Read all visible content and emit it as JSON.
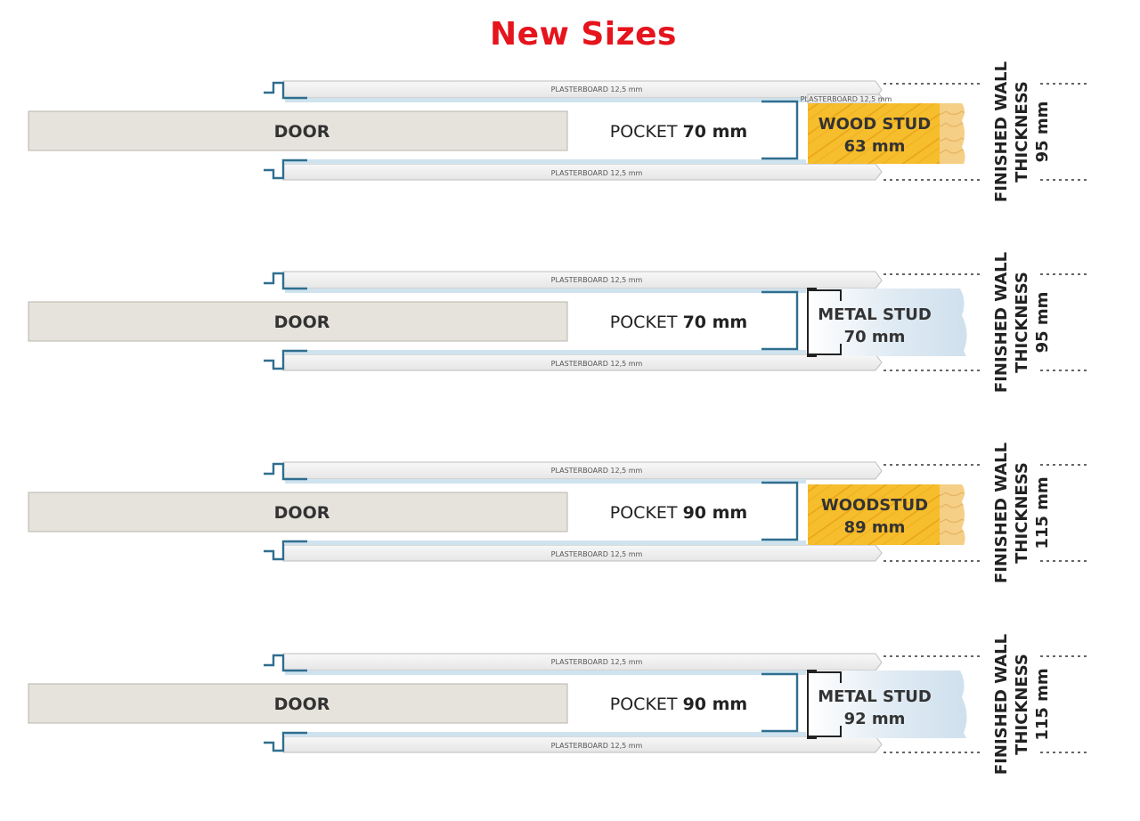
{
  "title": "New Sizes",
  "colors": {
    "title": "#e5141d",
    "door": "#e6e3dc",
    "plasterboard": "#f2f2f2",
    "track": "#2f6e8f",
    "wood": "#f6bd2c",
    "metal": "#dde9f2"
  },
  "sections": [
    {
      "top_board": "PLASTERBOARD 12,5 mm",
      "bottom_board": "PLASTERBOARD 12,5 mm",
      "small_board": "PLASTERBOARD 12,5 mm",
      "door": "DOOR",
      "pocket_prefix": "POCKET ",
      "pocket_size": "70 mm",
      "stud_type": "wood",
      "stud_line1": "WOOD STUD",
      "stud_line2": "63 mm",
      "wall_line1": "FINISHED WALL",
      "wall_line2": "THICKNESS",
      "wall_line3": "95 mm"
    },
    {
      "top_board": "PLASTERBOARD 12,5 mm",
      "bottom_board": "PLASTERBOARD 12,5 mm",
      "door": "DOOR",
      "pocket_prefix": "POCKET ",
      "pocket_size": "70 mm",
      "stud_type": "metal",
      "stud_line1": "METAL STUD",
      "stud_line2": "70 mm",
      "wall_line1": "FINISHED WALL",
      "wall_line2": "THICKNESS",
      "wall_line3": "95 mm"
    },
    {
      "top_board": "PLASTERBOARD 12,5 mm",
      "bottom_board": "PLASTERBOARD 12,5 mm",
      "door": "DOOR",
      "pocket_prefix": "POCKET ",
      "pocket_size": "90 mm",
      "stud_type": "wood",
      "stud_line1": "WOODSTUD",
      "stud_line2": "89 mm",
      "wall_line1": "FINISHED WALL",
      "wall_line2": "THICKNESS",
      "wall_line3": "115 mm"
    },
    {
      "top_board": "PLASTERBOARD 12,5 mm",
      "bottom_board": "PLASTERBOARD 12,5 mm",
      "door": "DOOR",
      "pocket_prefix": "POCKET ",
      "pocket_size": "90 mm",
      "stud_type": "metal",
      "stud_line1": "METAL STUD",
      "stud_line2": "92 mm",
      "wall_line1": "FINISHED WALL",
      "wall_line2": "THICKNESS",
      "wall_line3": "115 mm"
    }
  ]
}
